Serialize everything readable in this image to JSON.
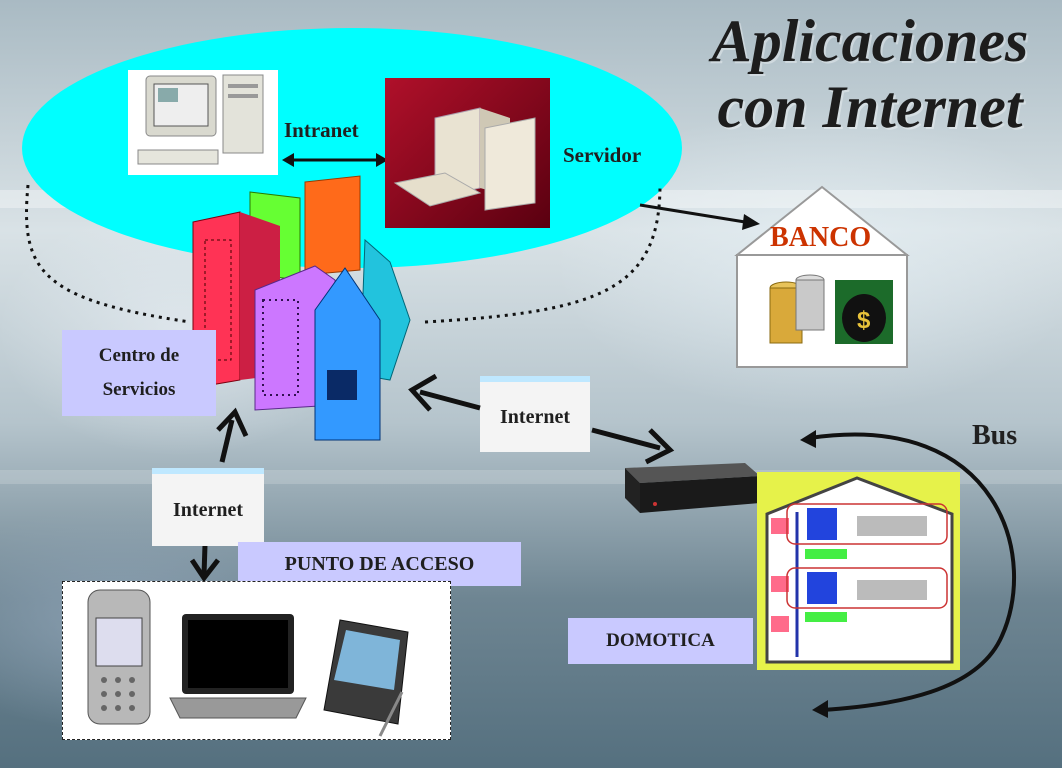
{
  "title": {
    "line1": "Aplicaciones",
    "line2": "con Internet"
  },
  "labels": {
    "intranet": "Intranet",
    "servidor": "Servidor",
    "banco": "BANCO",
    "bus": "Bus",
    "centro_line1": "Centro de",
    "centro_line2": "Servicios",
    "internet_center": "Internet",
    "internet_left": "Internet",
    "punto_acceso": "PUNTO DE ACCESO",
    "domotica": "DOMOTICA"
  },
  "colors": {
    "ellipse": "#00ffff",
    "box_fill": "#c9c9ff",
    "banco_text": "#cc3300"
  },
  "icons": [
    "computer-icon",
    "server-icon",
    "buildings-icon",
    "money-bag-icon",
    "coins-icon",
    "smartphone-icon",
    "laptop-icon",
    "pda-icon",
    "home-gateway-icon",
    "house-network-icon"
  ]
}
